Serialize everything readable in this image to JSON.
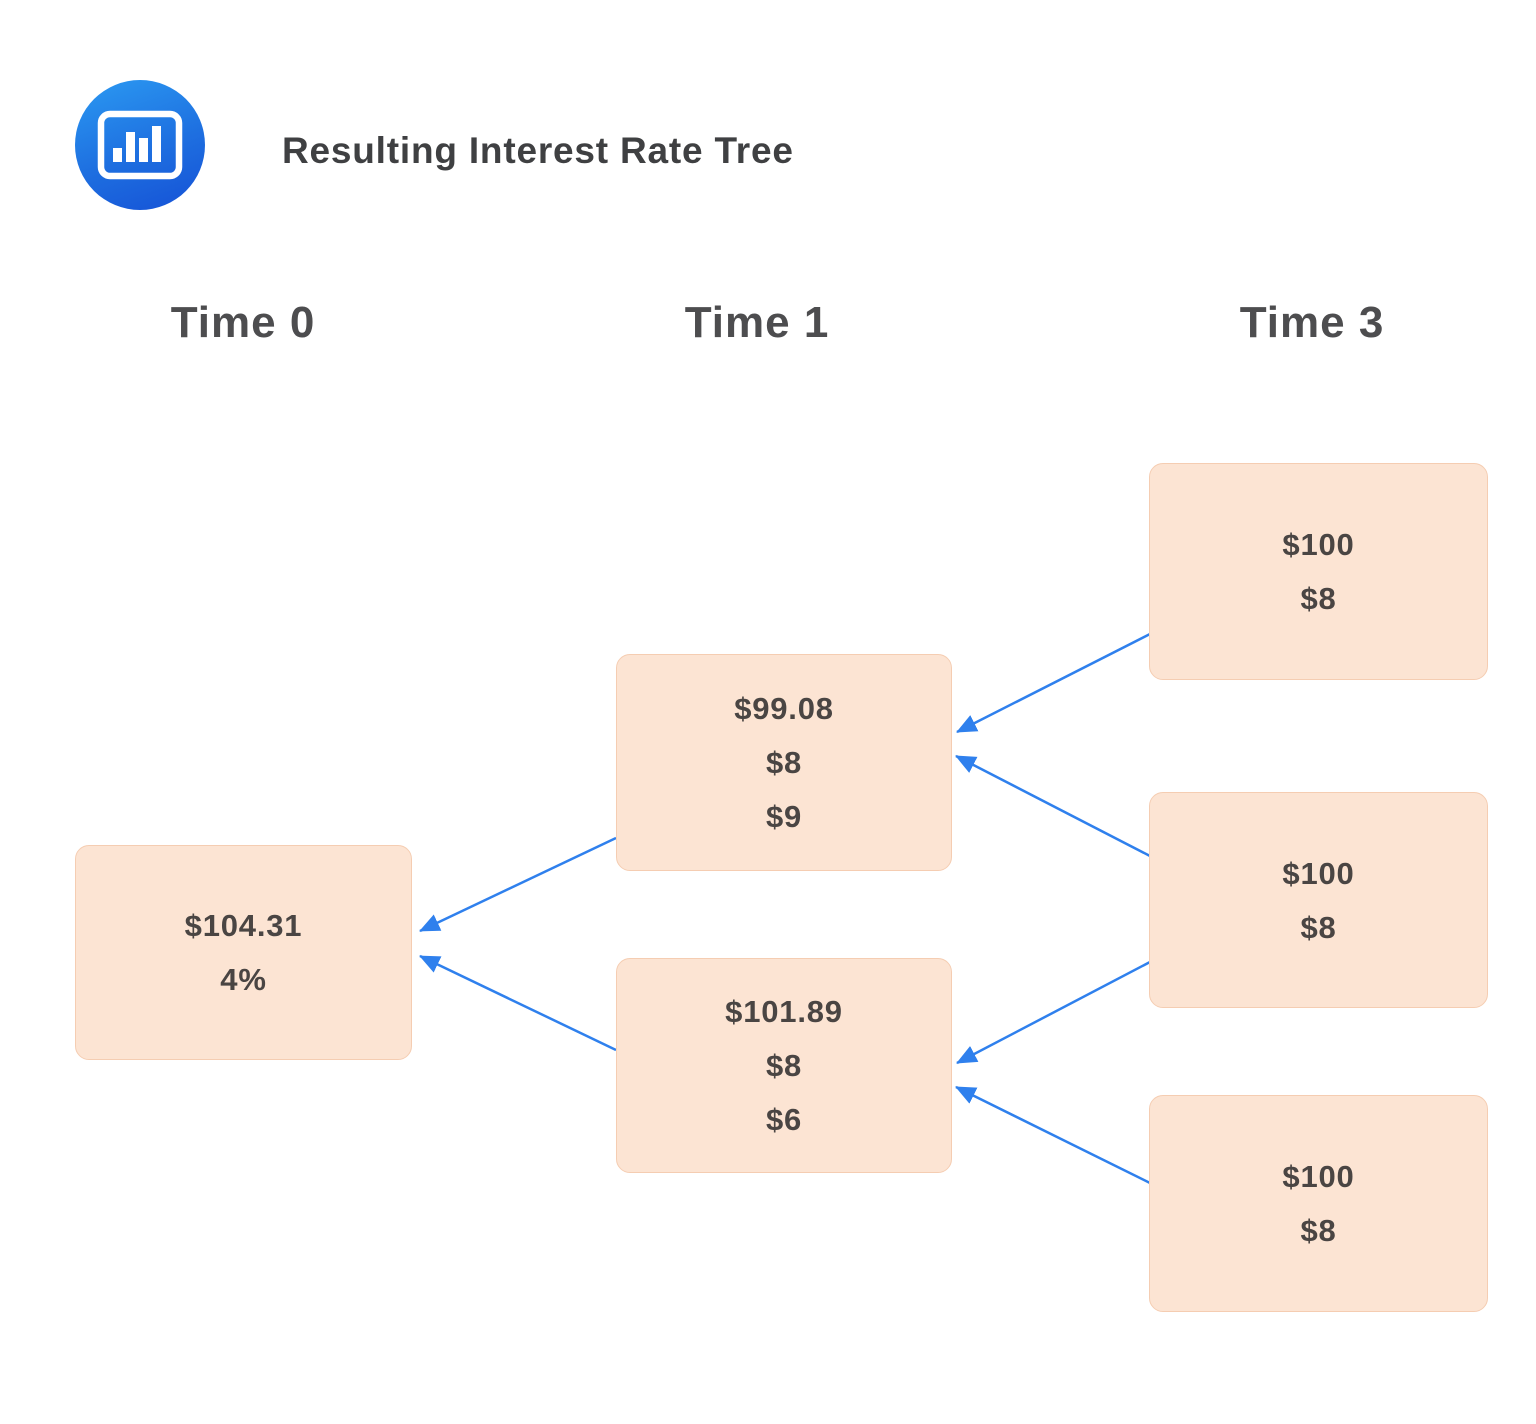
{
  "header": {
    "title": "Resulting Interest Rate Tree",
    "icon": "bar-chart-icon"
  },
  "columns": [
    {
      "label": "Time 0"
    },
    {
      "label": "Time 1"
    },
    {
      "label": "Time 3"
    }
  ],
  "nodes": {
    "time0": {
      "column": "Time 0",
      "lines": [
        "$104.31",
        "4%"
      ]
    },
    "time1_up": {
      "column": "Time 1",
      "lines": [
        "$99.08",
        "$8",
        "$9"
      ]
    },
    "time1_down": {
      "column": "Time 1",
      "lines": [
        "$101.89",
        "$8",
        "$6"
      ]
    },
    "time3_up": {
      "column": "Time 3",
      "lines": [
        "$100",
        "$8"
      ]
    },
    "time3_mid": {
      "column": "Time 3",
      "lines": [
        "$100",
        "$8"
      ]
    },
    "time3_down": {
      "column": "Time 3",
      "lines": [
        "$100",
        "$8"
      ]
    }
  },
  "edges": [
    {
      "from": "time1_up",
      "to": "time0"
    },
    {
      "from": "time1_down",
      "to": "time0"
    },
    {
      "from": "time3_up",
      "to": "time1_up"
    },
    {
      "from": "time3_mid",
      "to": "time1_up"
    },
    {
      "from": "time3_mid",
      "to": "time1_down"
    },
    {
      "from": "time3_down",
      "to": "time1_down"
    }
  ],
  "colors": {
    "node_fill": "#fce4d3",
    "node_border": "#f5cdb2",
    "arrow": "#2f80ed",
    "title_text": "#3f4042",
    "header_text": "#4d4d4f",
    "node_text": "#4a4543",
    "icon_gradient_top": "#2b9af2",
    "icon_gradient_bottom": "#1551d6"
  }
}
